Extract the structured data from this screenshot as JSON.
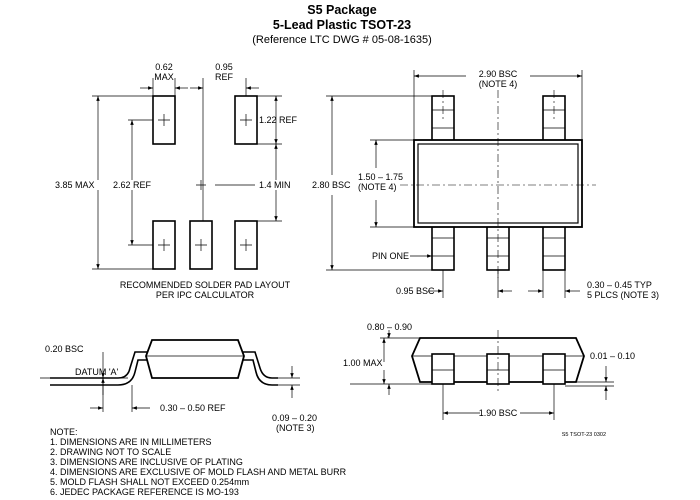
{
  "header": {
    "title": "S5 Package",
    "subtitle": "5-Lead Plastic TSOT-23",
    "reference": "(Reference LTC DWG # 05-08-1635)"
  },
  "pad_layout": {
    "dim_pad_width": [
      "0.62",
      "MAX"
    ],
    "dim_pitch": [
      "0.95",
      "REF"
    ],
    "dim_pad_length": "1.22 REF",
    "dim_overall": "3.85 MAX",
    "dim_span": "2.62 REF",
    "dim_gap": "1.4 MIN",
    "caption": [
      "RECOMMENDED SOLDER PAD LAYOUT",
      "PER IPC CALCULATOR"
    ]
  },
  "top_view": {
    "dim_length": [
      "2.90 BSC",
      "(NOTE 4)"
    ],
    "dim_width": "2.80 BSC",
    "dim_body_width": [
      "1.50 – 1.75",
      "(NOTE 4)"
    ],
    "pin_one": "PIN ONE",
    "dim_pitch": "0.95 BSC",
    "dim_lead_width": [
      "0.30 – 0.45 TYP",
      "5 PLCS (NOTE 3)"
    ]
  },
  "side_view": {
    "dim_gauge": "0.20 BSC",
    "datum": "DATUM 'A'",
    "dim_foot": "0.30 – 0.50 REF",
    "dim_thickness": [
      "0.09 – 0.20",
      "(NOTE 3)"
    ]
  },
  "end_view": {
    "dim_standoff": "0.80 – 0.90",
    "dim_height": "1.00 MAX",
    "dim_lead_height": "0.01 – 0.10",
    "dim_lead_span": "1.90 BSC",
    "drawing_id": "S5 TSOT-23 0302"
  },
  "notes": {
    "heading": "NOTE:",
    "items": [
      "1. DIMENSIONS ARE IN MILLIMETERS",
      "2. DRAWING NOT TO SCALE",
      "3. DIMENSIONS ARE INCLUSIVE OF PLATING",
      "4. DIMENSIONS ARE EXCLUSIVE OF MOLD FLASH AND METAL BURR",
      "5. MOLD FLASH SHALL NOT EXCEED 0.254mm",
      "6. JEDEC PACKAGE REFERENCE IS MO-193"
    ]
  }
}
